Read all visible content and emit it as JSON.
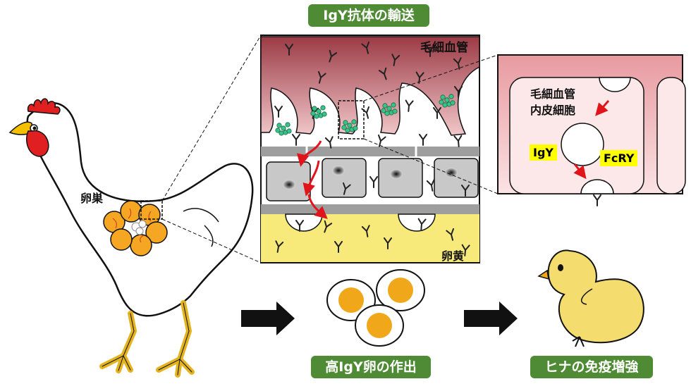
{
  "title": "IgY抗体の輸送",
  "labels": {
    "ovary": "卵巣",
    "capillary": "毛細血管",
    "yolk": "卵黄",
    "endothelial_line1": "毛細血管",
    "endothelial_line2": "内皮細胞",
    "igy": "IgY",
    "fcry": "FcRY"
  },
  "outcomes": {
    "eggs": "高IgY卵の作出",
    "chick": "ヒナの免疫増強"
  },
  "colors": {
    "badge_green": "#4f8a35",
    "capillary_red": "#9b3a45",
    "yolk_yellow": "#f7ea7a",
    "arrow_red": "#e0151b",
    "fcry_green": "#39c28a",
    "chick_yellow": "#f5dc6e",
    "egg_yolk_orange": "#f0a81a"
  },
  "icons": [
    "chicken-illustration",
    "ovary-icon",
    "antibody-icon",
    "egg-icon",
    "chick-illustration",
    "arrow-right-icon"
  ]
}
